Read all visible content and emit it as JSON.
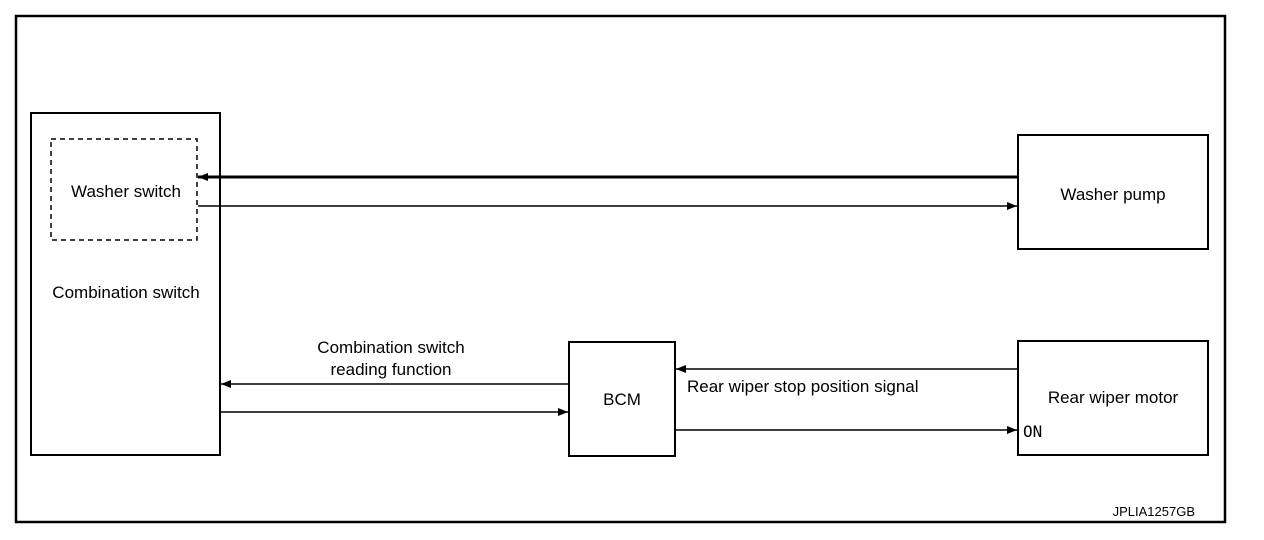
{
  "diagram": {
    "combination_switch": "Combination switch",
    "washer_switch": "Washer switch",
    "washer_pump": "Washer pump",
    "bcm": "BCM",
    "rear_wiper_motor": "Rear wiper motor",
    "on_label": "ON",
    "reading_function_line1": "Combination switch",
    "reading_function_line2": "reading function",
    "stop_position_signal": "Rear wiper stop position signal",
    "figure_code": "JPLIA1257GB"
  }
}
